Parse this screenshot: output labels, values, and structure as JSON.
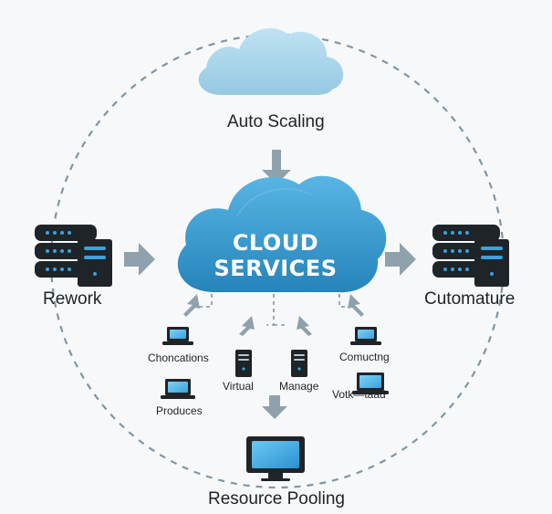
{
  "labels": {
    "auto_scaling": "Auto Scaling",
    "cloud_line1": "CLOUD",
    "cloud_line2": "SERVICES",
    "rework": "Rework",
    "cutomature": "Cutomature",
    "choncations": "Choncations",
    "produces": "Produces",
    "virtual": "Virtual",
    "manage": "Manage",
    "comucting": "Comuctng",
    "votk_taad": "Votk—taad",
    "resource_pooling": "Resource Pooling"
  },
  "colors": {
    "cloud_light": "#9fd0e6",
    "cloud_dark": "#2f97c8",
    "server_dark": "#1f2428",
    "accent_blue": "#3aa2dc",
    "arrow_gray": "#8fa1ad",
    "dashed_line": "#7f96a4"
  },
  "icons": {
    "top_cloud": "cloud-icon",
    "center_cloud": "cloud-services-icon",
    "left_server": "server-stack-icon",
    "right_server": "server-stack-icon",
    "laptops": "laptop-icon",
    "towers": "server-tower-icon",
    "monitor": "monitor-icon"
  }
}
